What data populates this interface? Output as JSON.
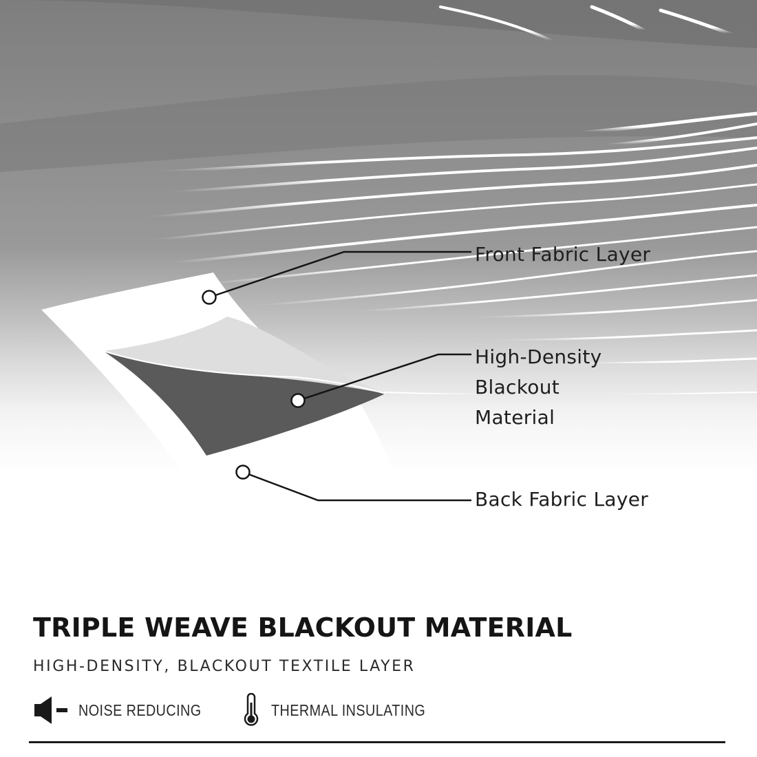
{
  "callouts": {
    "front": "Front Fabric Layer",
    "blackout_line1": "High-Density",
    "blackout_line2": "Blackout",
    "blackout_line3": "Material",
    "back": "Back Fabric Layer"
  },
  "headline": "TRIPLE WEAVE BLACKOUT MATERIAL",
  "subheadline": "HIGH-DENSITY, BLACKOUT TEXTILE LAYER",
  "features": [
    {
      "icon": "speaker-mute-icon",
      "label": "NOISE REDUCING"
    },
    {
      "icon": "thermometer-icon",
      "label": "THERMAL INSULATING"
    }
  ],
  "colors": {
    "fabric_gray": "#8a8a8a",
    "blackout_layer": "#5a5a5a",
    "text": "#1e1e1e"
  }
}
